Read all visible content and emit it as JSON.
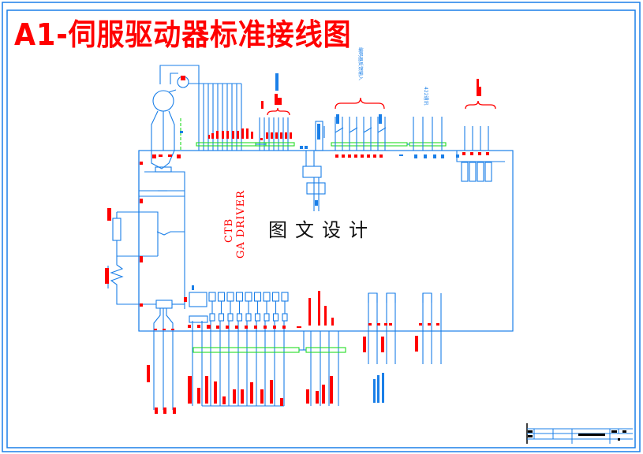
{
  "drawing": {
    "title": "A1-伺服驱动器标准接线图",
    "watermark": "图文设计",
    "driver_label_line1": "CTB",
    "driver_label_line2": "GA  DRIVER",
    "group_label_encoder": "编码器反馈输入",
    "group_label_comm": "422通讯",
    "colors": {
      "frame": "#1a7fe8",
      "wire": "#1a7fe8",
      "label_block": "#ff0000",
      "shield": "#22dd22",
      "title": "#ff0000"
    }
  }
}
